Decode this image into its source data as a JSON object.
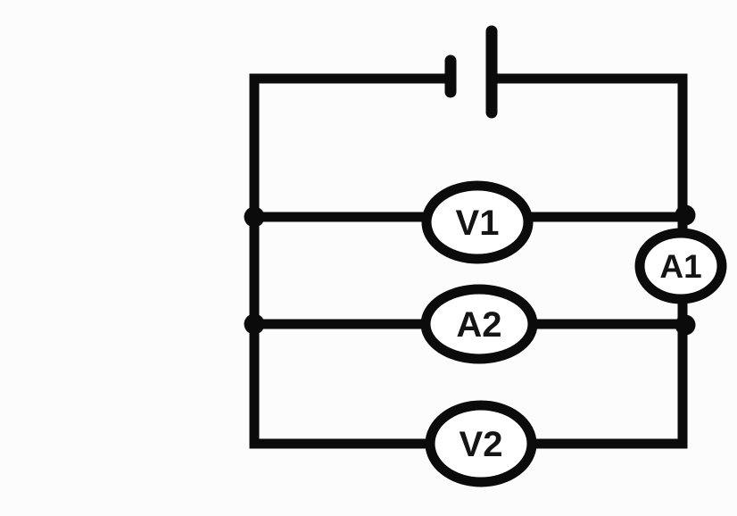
{
  "diagram": {
    "kind": "electrical-circuit-schematic",
    "colors": {
      "background": "#fcfcfc",
      "wire": "#0b0b0b",
      "label": "#151515",
      "meter_fill": "#ffffff"
    },
    "battery": {
      "symbol": "single-cell",
      "plate_count": 2,
      "location": "top-wire"
    },
    "meters": {
      "v1": {
        "label": "V1"
      },
      "a1": {
        "label": "A1"
      },
      "a2": {
        "label": "A2"
      },
      "v2": {
        "label": "V2"
      }
    },
    "junction_count": 4
  }
}
